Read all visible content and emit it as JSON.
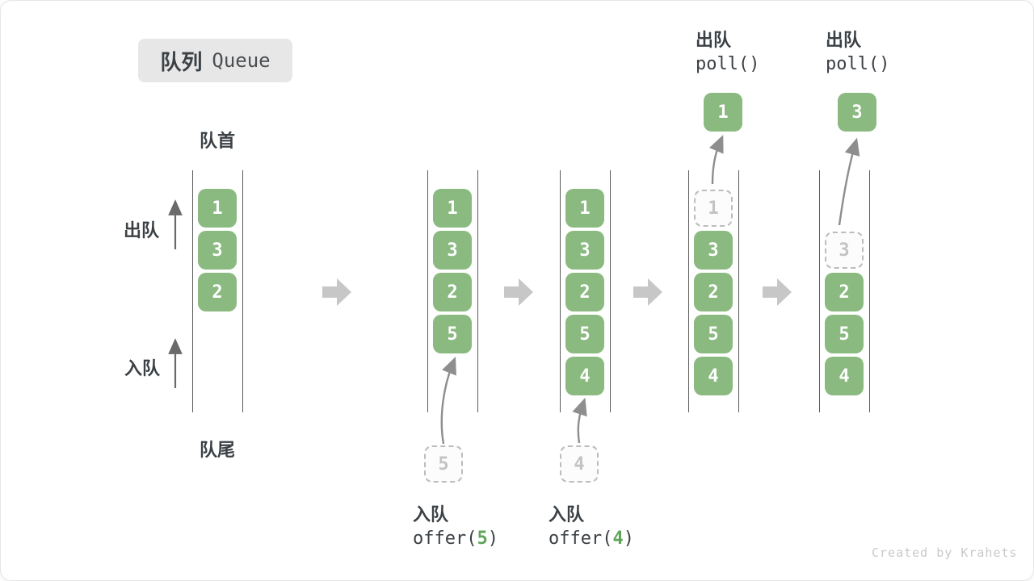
{
  "title": {
    "zh": "队列",
    "en": "Queue"
  },
  "side_labels": {
    "head": "队首",
    "tail": "队尾",
    "dequeue": "出队",
    "enqueue": "入队"
  },
  "colors": {
    "item_green": "#8aba80",
    "code_accent_green": "#5fa45a",
    "ghost_gray": "#bcbcbc",
    "text_dark": "#3b4045",
    "block_arrow_gray": "#c7c7c7"
  },
  "watermark": "Created by Krahets",
  "states": [
    {
      "cells": [
        {
          "v": "1"
        },
        {
          "v": "3"
        },
        {
          "v": "2"
        }
      ]
    },
    {
      "cells": [
        {
          "v": "1"
        },
        {
          "v": "3"
        },
        {
          "v": "2"
        },
        {
          "v": "5"
        }
      ],
      "pending": "5",
      "op_label": "入队",
      "op_code_pre": "offer(",
      "op_arg": "5",
      "op_code_post": ")"
    },
    {
      "cells": [
        {
          "v": "1"
        },
        {
          "v": "3"
        },
        {
          "v": "2"
        },
        {
          "v": "5"
        },
        {
          "v": "4"
        }
      ],
      "pending": "4",
      "op_label": "入队",
      "op_code_pre": "offer(",
      "op_arg": "4",
      "op_code_post": ")"
    },
    {
      "cells": [
        {
          "v": "1"
        },
        {
          "v": "3"
        },
        {
          "v": "2"
        },
        {
          "v": "5"
        },
        {
          "v": "4"
        }
      ],
      "removed": "1",
      "polled": "1",
      "op_label": "出队",
      "op_code": "poll()"
    },
    {
      "cells": [
        {
          "v": "3"
        },
        {
          "v": "2"
        },
        {
          "v": "5"
        },
        {
          "v": "4"
        }
      ],
      "removed": "3",
      "polled": "3",
      "op_label": "出队",
      "op_code": "poll()"
    }
  ]
}
